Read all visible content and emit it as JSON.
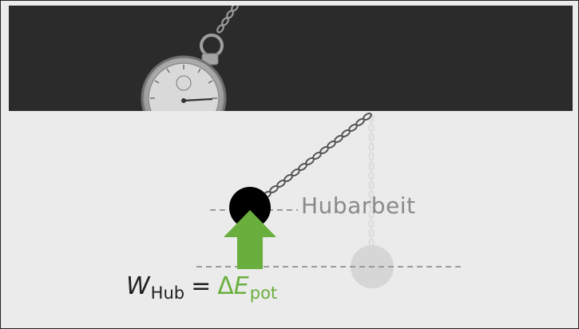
{
  "labels": {
    "work_label": "Hubarbeit"
  },
  "formula": {
    "lhs_symbol": "W",
    "lhs_subscript": "Hub",
    "equals": "=",
    "rhs_delta": "Δ",
    "rhs_symbol": "E",
    "rhs_subscript": "pot"
  },
  "colors": {
    "background_top": "#2b2b2b",
    "background_bottom": "#ebebeb",
    "arrow": "#6aaf3e",
    "ball": "#000000",
    "ghost_ball": "#d6d6d6",
    "label_gray": "#8a8a8a"
  },
  "icons": {
    "stopwatch": "stopwatch-icon",
    "arrow": "up-arrow-icon"
  }
}
